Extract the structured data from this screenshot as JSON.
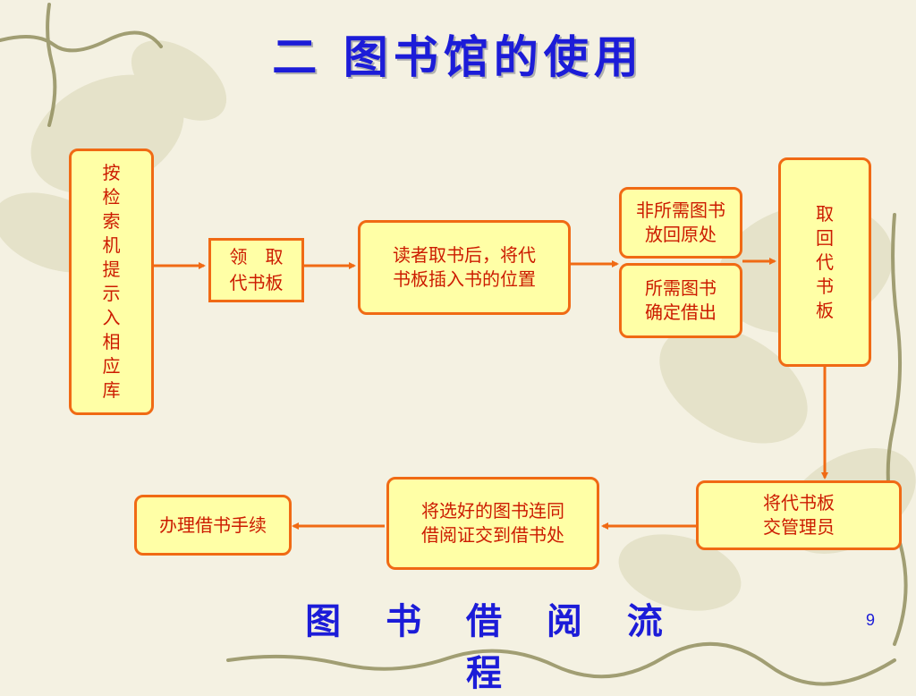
{
  "slide": {
    "title": "二 图书馆的使用",
    "caption": "图 书 借 阅 流 程",
    "page_number": "9"
  },
  "diagram": {
    "nodes": {
      "search_catalog": "按检索机提示入相应库",
      "get_proxy_board_1": "领　取",
      "get_proxy_board_2": "代书板",
      "reader_insert_board_1": "读者取书后，将代",
      "reader_insert_board_2": "书板插入书的位置",
      "unwanted_return_1": "非所需图书",
      "unwanted_return_2": "放回原处",
      "wanted_borrow_1": "所需图书",
      "wanted_borrow_2": "确定借出",
      "retrieve_board": "取回代书板",
      "hand_board_1": "将代书板",
      "hand_board_2": "交管理员",
      "submit_books_1": "将选好的图书连同",
      "submit_books_2": "借阅证交到借书处",
      "checkout": "办理借书手续"
    },
    "colors": {
      "box_fill": "#ffffa6",
      "box_border": "#f06a14",
      "box_text": "#cc1b00",
      "title_text": "#1c1cd8",
      "background": "#f4f1e2"
    }
  }
}
